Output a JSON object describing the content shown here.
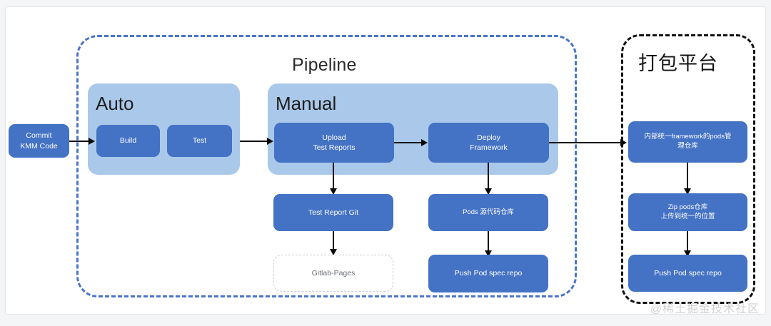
{
  "diagram": {
    "title_pipeline": "Pipeline",
    "title_platform": "打包平台",
    "lanes": [
      {
        "key": "auto",
        "label": "Auto"
      },
      {
        "key": "manual",
        "label": "Manual"
      }
    ],
    "nodes": {
      "commit": "Commit\nKMM Code",
      "commit_line1": "Commit",
      "commit_line2": "KMM Code",
      "build": "Build",
      "test": "Test",
      "upload_line1": "Upload",
      "upload_line2": "Test Reports",
      "deploy_line1": "Deploy",
      "deploy_line2": "Framework",
      "test_report_git": "Test Report Git",
      "gitlab_pages": "Gitlab-Pages",
      "pods_source_repo": "Pods 源代码仓库",
      "push_pod_spec_repo": "Push Pod spec repo",
      "internal_framework_line1": "内部统一framework的pods管",
      "internal_framework_line2": "理仓库",
      "zip_pods_line1": "Zip pods仓库",
      "zip_pods_line2": "上传到统一的位置",
      "push_pod_spec_repo_platform": "Push Pod spec repo"
    },
    "colors": {
      "node_fill": "#4472c4",
      "lane_fill": "#aac9ea",
      "pipeline_border": "#4a74c9",
      "platform_border": "#111111",
      "ghost_border": "#c9ccd1",
      "connector": "#0a0a0a"
    },
    "watermark": "@稀土掘金技术社区"
  }
}
